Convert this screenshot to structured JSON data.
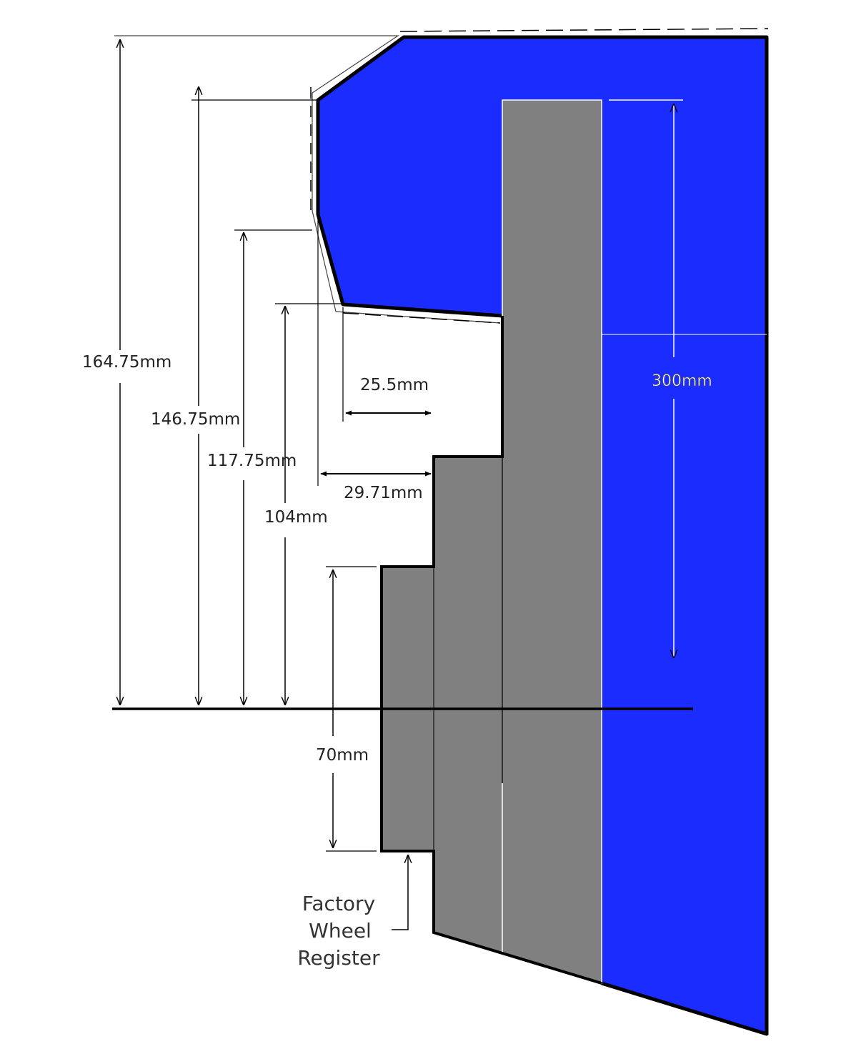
{
  "diagram": {
    "dimensions": {
      "d164": "164.75mm",
      "d146": "146.75mm",
      "d117": "117.75mm",
      "d104": "104mm",
      "d25": "25.5mm",
      "d29": "29.71mm",
      "d70": "70mm",
      "d300": "300mm"
    },
    "callout": {
      "line1": "Factory",
      "line2": "Wheel",
      "line3": "Register"
    },
    "colors": {
      "wheel": "#1a2cff",
      "hub": "#808080",
      "outline": "#000000",
      "background": "#ffffff"
    }
  }
}
